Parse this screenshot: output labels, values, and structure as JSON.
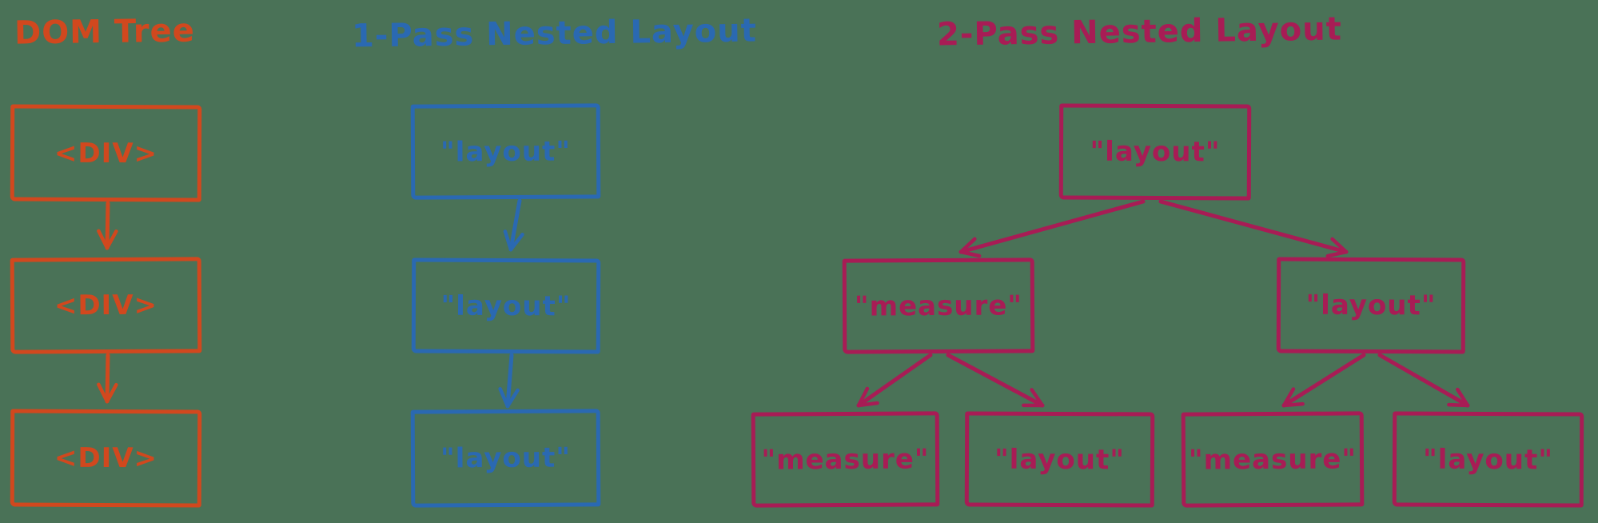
{
  "background_color": "#4a7257",
  "dom_tree": {
    "title": "DOM Tree",
    "color": "#d1481e",
    "nodes": [
      "<DIV>",
      "<DIV>",
      "<DIV>"
    ]
  },
  "one_pass": {
    "title": "1-Pass Nested Layout",
    "color": "#2a69b2",
    "nodes": [
      "\"layout\"",
      "\"layout\"",
      "\"layout\""
    ]
  },
  "two_pass": {
    "title": "2-Pass Nested Layout",
    "color": "#a81c55",
    "root": "\"layout\"",
    "children": [
      "\"measure\"",
      "\"layout\""
    ],
    "leaves": [
      "\"measure\"",
      "\"layout\"",
      "\"measure\"",
      "\"layout\""
    ]
  }
}
